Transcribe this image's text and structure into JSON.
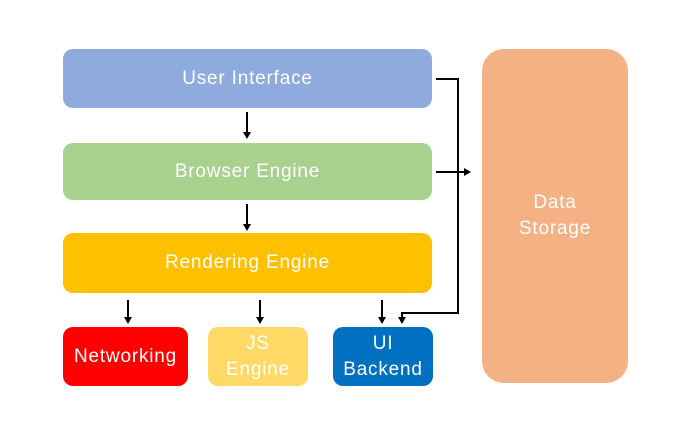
{
  "diagram": {
    "background_color": "#FFFFFF",
    "arrow_color": "#000000",
    "text_color": "#FFFFFF",
    "nodes": {
      "user_interface": {
        "label": "User Interface",
        "color": "#8FAADC"
      },
      "browser_engine": {
        "label": "Browser Engine",
        "color": "#A9D18E"
      },
      "rendering_engine": {
        "label": "Rendering Engine",
        "color": "#FFC000"
      },
      "networking": {
        "label": "Networking",
        "color": "#FF0000"
      },
      "js_engine": {
        "label": "JS\nEngine",
        "color": "#FFD966"
      },
      "ui_backend": {
        "label": "UI\nBackend",
        "color": "#0070C0"
      },
      "data_storage": {
        "label": "Data\nStorage",
        "color": "#F4B183"
      }
    },
    "edges": [
      {
        "from": "User Interface",
        "to": "Browser Engine"
      },
      {
        "from": "Browser Engine",
        "to": "Rendering Engine"
      },
      {
        "from": "Rendering Engine",
        "to": "Networking"
      },
      {
        "from": "Rendering Engine",
        "to": "JS Engine"
      },
      {
        "from": "Rendering Engine",
        "to": "UI Backend"
      },
      {
        "from": "Browser Engine",
        "to": "Data Storage"
      },
      {
        "from": "User Interface",
        "to": "UI Backend"
      }
    ]
  }
}
